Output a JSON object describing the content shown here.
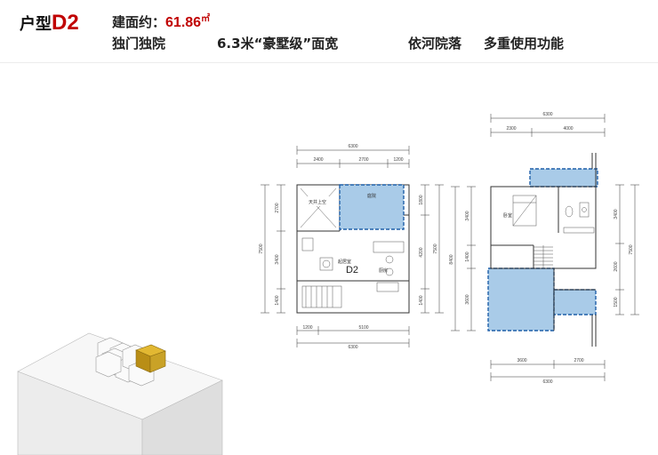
{
  "header": {
    "unit_prefix": "户型",
    "unit_code": "D2",
    "area_label": "建面约：",
    "area_value": "61.86",
    "area_unit": "㎡",
    "features": [
      "独门独院",
      "6.3米“豪墅级”面宽",
      "依河院落",
      "多重使用功能"
    ]
  },
  "floor1": {
    "top_total": "6300",
    "top_segments": [
      "2400",
      "2700",
      "1200"
    ],
    "left_dims": [
      "2700",
      "3400",
      "1400"
    ],
    "left_total": "7500",
    "right_dims": [
      "1800",
      "4200",
      "1400"
    ],
    "right_total": "7500",
    "bottom_segments": [
      "1200",
      "5100"
    ],
    "bottom_total": "6300",
    "rooms": {
      "skylight": "天井上空",
      "courtyard": "庭院",
      "dining": "起居室",
      "kitchen": "厨房",
      "code": "D2"
    }
  },
  "floor2": {
    "top_total": "6300",
    "top_segments": [
      "2300",
      "4000"
    ],
    "left_dims": [
      "3400",
      "1400",
      "3600"
    ],
    "left_total": "8400",
    "right_dims": [
      "3400",
      "2600",
      "1500"
    ],
    "right_total": "7500",
    "bottom_segments": [
      "3600",
      "2700"
    ],
    "bottom_total": "6300",
    "rooms": {
      "bedroom": "卧室"
    }
  },
  "colors": {
    "accent": "#c00000",
    "fill_blue": "#a9cbe8",
    "dash_blue": "#1e5fa8",
    "cube_gold": "#c9a227"
  }
}
